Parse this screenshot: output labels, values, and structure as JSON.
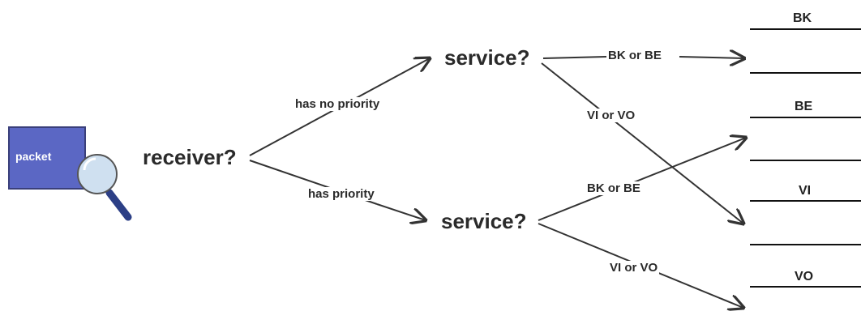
{
  "packet": {
    "label": "packet"
  },
  "decision": {
    "receiver": "receiver?",
    "service_top": "service?",
    "service_bottom": "service?"
  },
  "branches": {
    "no_priority": "has no priority",
    "priority": "has priority",
    "top_bk_be": "BK or BE",
    "top_vi_vo": "VI or VO",
    "bottom_bk_be": "BK or BE",
    "bottom_vi_vo": "VI or VO"
  },
  "queues": [
    "BK",
    "BE",
    "VI",
    "VO"
  ],
  "colors": {
    "packet_fill": "#5b67c4",
    "packet_border": "#3a3f7a",
    "lens_glass": "#cfe0f0",
    "lens_handle": "#2c3f86",
    "line": "#333333"
  },
  "icons": {
    "magnifier": "magnifier-icon"
  }
}
